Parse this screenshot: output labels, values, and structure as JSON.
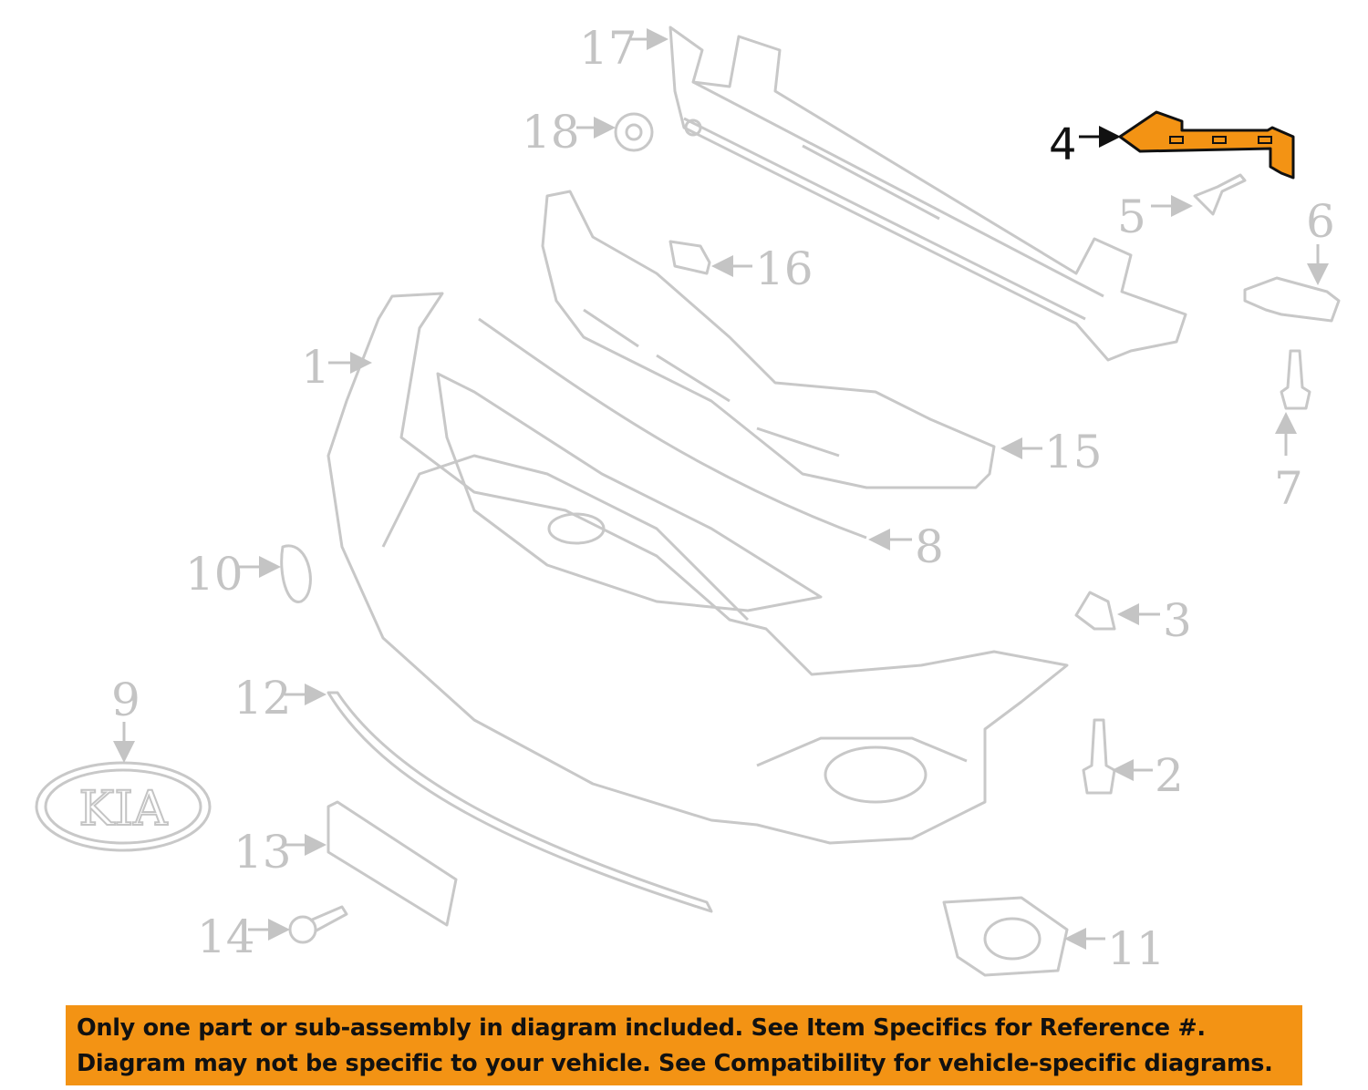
{
  "diagram": {
    "highlighted_part": "4",
    "highlight_color": "#f39314",
    "callouts": [
      "1",
      "2",
      "3",
      "4",
      "5",
      "6",
      "7",
      "8",
      "9",
      "10",
      "11",
      "12",
      "13",
      "14",
      "15",
      "16",
      "17",
      "18"
    ],
    "emblem_text": "KIA"
  },
  "banner": {
    "line1": "Only one part or sub-assembly in diagram included. See Item Specifics for Reference #.",
    "line2": "Diagram may not be specific to your vehicle. See Compatibility for vehicle-specific diagrams.",
    "color": "#f39314"
  }
}
